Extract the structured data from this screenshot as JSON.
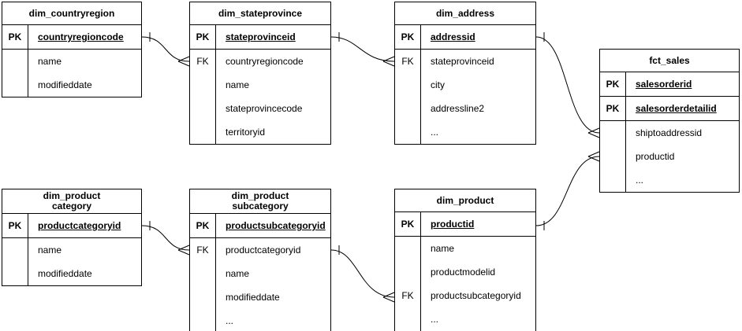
{
  "diagram": {
    "background_color": "#ffffff",
    "stroke_color": "#000000",
    "notation": "crow-foot",
    "tables": [
      {
        "title": "dim_countryregion",
        "rows": [
          {
            "key": "PK",
            "name": "countryregioncode"
          },
          {
            "key": "",
            "name": "name"
          },
          {
            "key": "",
            "name": "modifieddate"
          }
        ]
      },
      {
        "title": "dim_stateprovince",
        "rows": [
          {
            "key": "PK",
            "name": "stateprovinceid"
          },
          {
            "key": "FK",
            "name": "countryregioncode"
          },
          {
            "key": "",
            "name": "name"
          },
          {
            "key": "",
            "name": "stateprovincecode"
          },
          {
            "key": "",
            "name": "territoryid"
          }
        ]
      },
      {
        "title": "dim_address",
        "rows": [
          {
            "key": "PK",
            "name": "addressid"
          },
          {
            "key": "FK",
            "name": "stateprovinceid"
          },
          {
            "key": "",
            "name": "city"
          },
          {
            "key": "",
            "name": "addressline2"
          },
          {
            "key": "",
            "name": "..."
          }
        ]
      },
      {
        "title": "fct_sales",
        "rows": [
          {
            "key": "PK",
            "name": "salesorderid"
          },
          {
            "key": "PK",
            "name": "salesorderdetailid"
          },
          {
            "key": "",
            "name": "shiptoaddressid"
          },
          {
            "key": "",
            "name": "productid"
          },
          {
            "key": "",
            "name": "..."
          }
        ]
      },
      {
        "title": "dim_product\ncategory",
        "rows": [
          {
            "key": "PK",
            "name": "productcategoryid"
          },
          {
            "key": "",
            "name": "name"
          },
          {
            "key": "",
            "name": "modifieddate"
          }
        ]
      },
      {
        "title": "dim_product\nsubcategory",
        "rows": [
          {
            "key": "PK",
            "name": "productsubcategoryid"
          },
          {
            "key": "FK",
            "name": "productcategoryid"
          },
          {
            "key": "",
            "name": "name"
          },
          {
            "key": "",
            "name": "modifieddate"
          },
          {
            "key": "",
            "name": "..."
          }
        ]
      },
      {
        "title": "dim_product",
        "rows": [
          {
            "key": "PK",
            "name": "productid"
          },
          {
            "key": "",
            "name": "name"
          },
          {
            "key": "",
            "name": "productmodelid"
          },
          {
            "key": "FK",
            "name": "productsubcategoryid"
          },
          {
            "key": "",
            "name": "..."
          }
        ]
      }
    ],
    "relationships": [
      {
        "from_table": "dim_countryregion",
        "from_field": "countryregioncode",
        "to_table": "dim_stateprovince",
        "to_field": "countryregioncode",
        "cardinality": "one-to-many"
      },
      {
        "from_table": "dim_stateprovince",
        "from_field": "stateprovinceid",
        "to_table": "dim_address",
        "to_field": "stateprovinceid",
        "cardinality": "one-to-many"
      },
      {
        "from_table": "dim_address",
        "from_field": "addressid",
        "to_table": "fct_sales",
        "to_field": "shiptoaddressid",
        "cardinality": "one-to-many"
      },
      {
        "from_table": "dim_product",
        "from_field": "productid",
        "to_table": "fct_sales",
        "to_field": "productid",
        "cardinality": "one-to-many"
      },
      {
        "from_table": "dim_product category",
        "from_field": "productcategoryid",
        "to_table": "dim_product subcategory",
        "to_field": "productcategoryid",
        "cardinality": "one-to-many"
      },
      {
        "from_table": "dim_product subcategory",
        "from_field": "productsubcategoryid",
        "to_table": "dim_product",
        "to_field": "productsubcategoryid",
        "cardinality": "one-to-many"
      }
    ]
  }
}
